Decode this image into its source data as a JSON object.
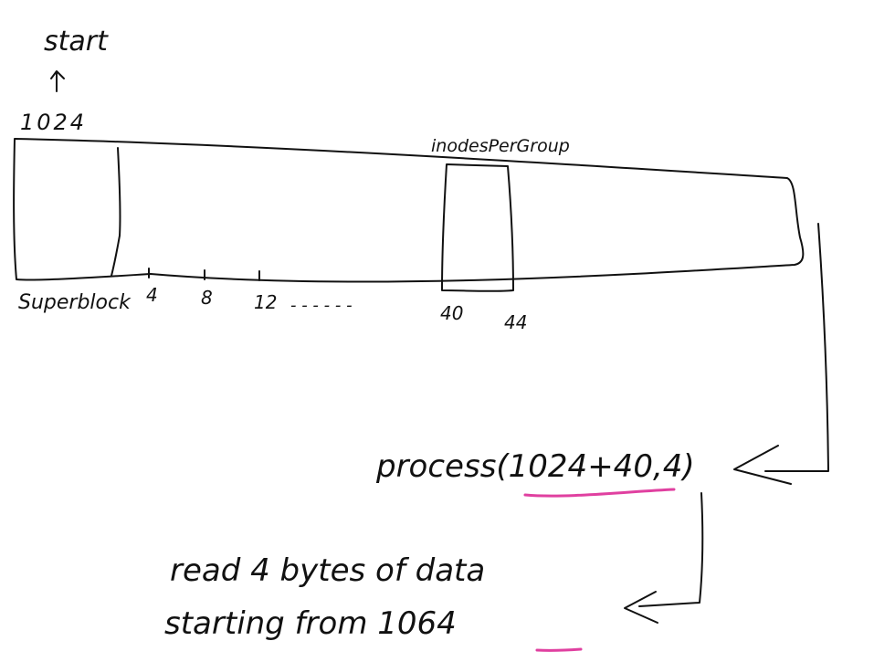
{
  "labels": {
    "start": "start",
    "start_offset": "1024",
    "inodes_label": "inodesPerGroup",
    "superblock": "Superblock",
    "ticks": [
      "4",
      "8",
      "12",
      "40",
      "44"
    ],
    "dashes": "- - - - - -",
    "process_call": "process(1024+40,4)",
    "explanation_line1": "read 4 bytes of data",
    "explanation_line2": "starting from 1064"
  },
  "colors": {
    "ink": "#111111",
    "highlight": "#e040a0"
  }
}
